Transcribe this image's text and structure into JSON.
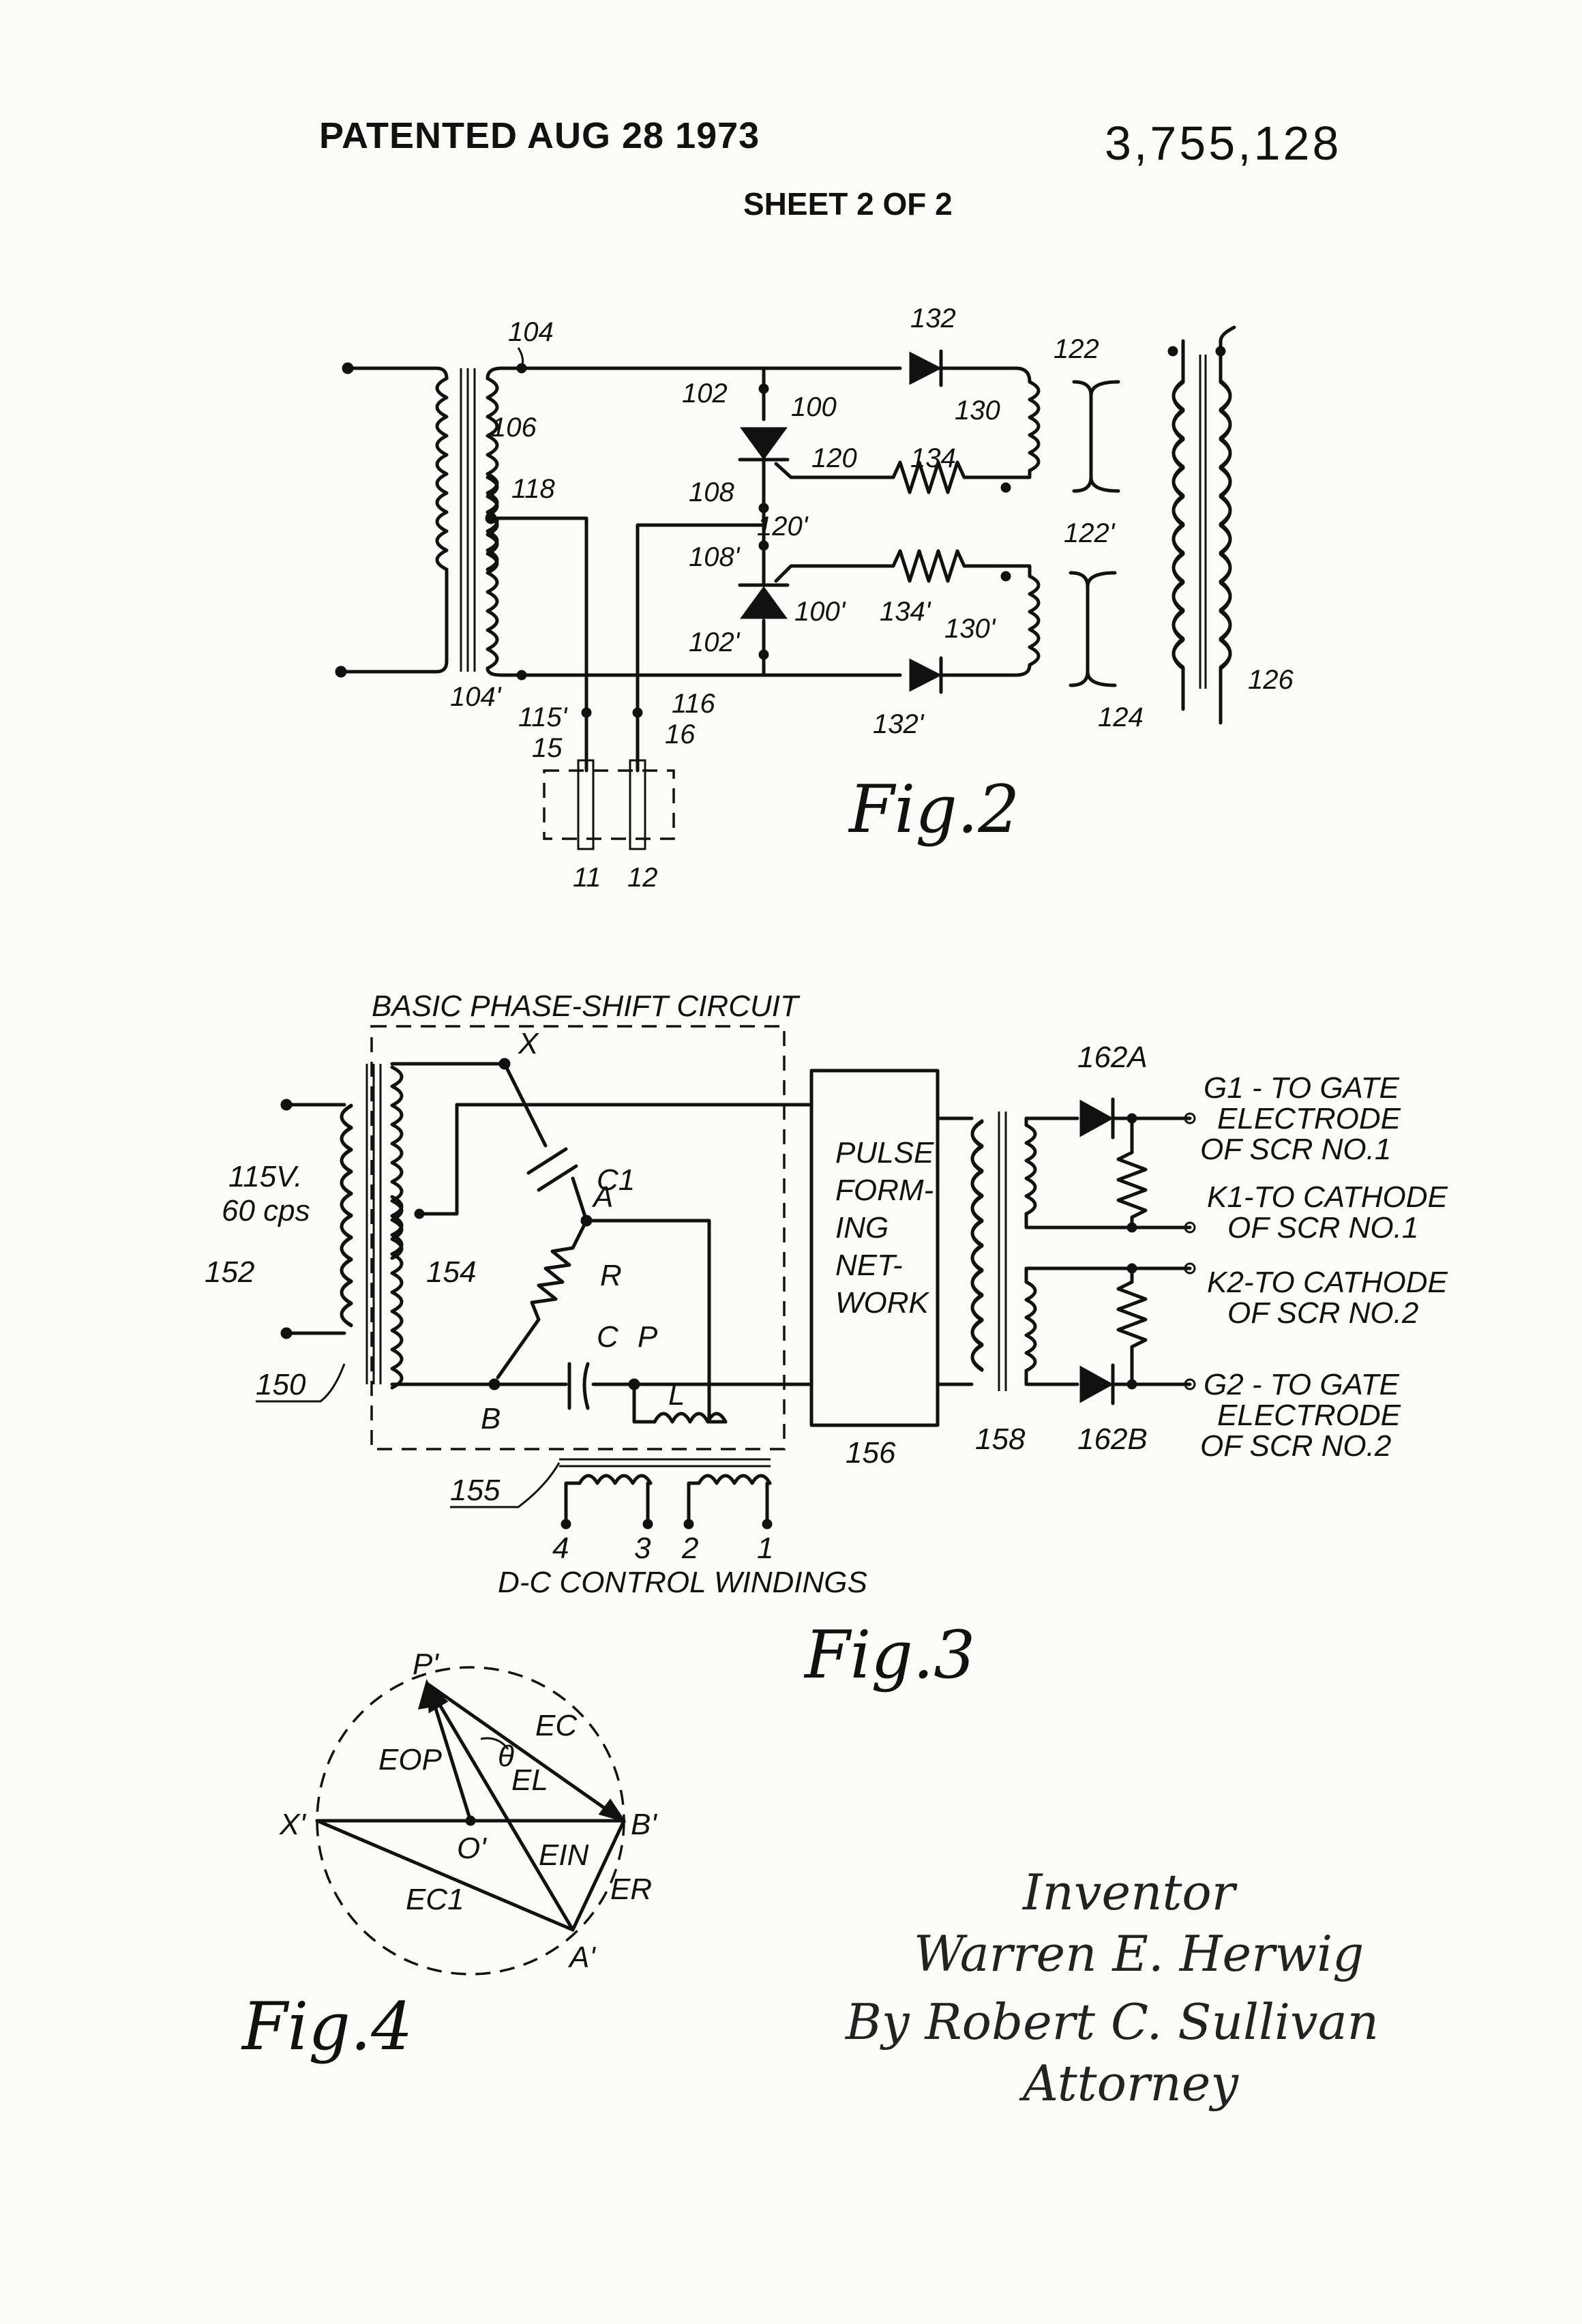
{
  "header": {
    "patented": "PATENTED AUG 28 1973",
    "patent_number": "3,755,128",
    "sheet": "SHEET 2 OF 2"
  },
  "fig2": {
    "caption": "Fig.2",
    "labels": {
      "l104": "104",
      "l106": "106",
      "l118": "118",
      "l104p": "104'",
      "l102": "102",
      "l100": "100",
      "l120": "120",
      "l108": "108",
      "l132": "132",
      "l130": "130",
      "l134": "134",
      "l122": "122",
      "l120p": "120'",
      "l108p": "108'",
      "l100p": "100'",
      "l102p": "102'",
      "l134p": "134'",
      "l130p": "130'",
      "l122p": "122'",
      "l132p": "132'",
      "l124": "124",
      "l126": "126",
      "l115p": "115'",
      "l116": "116",
      "l15": "15",
      "l16": "16",
      "l11": "11",
      "l12": "12"
    }
  },
  "fig3": {
    "caption": "Fig.3",
    "labels": {
      "basic": "BASIC PHASE-SHIFT CIRCUIT",
      "x": "X",
      "c1": "C1",
      "a": "A",
      "r": "R",
      "c": "C",
      "p": "P",
      "b": "B",
      "l": "L",
      "l154": "154",
      "l152": "152",
      "l150": "150",
      "v115": "115V.",
      "cps": "60 cps",
      "l155": "155",
      "l156": "156",
      "l158": "158",
      "pfn1": "PULSE",
      "pfn2": "FORM-",
      "pfn3": "ING",
      "pfn4": "NET-",
      "pfn5": "WORK",
      "l162a": "162A",
      "l162b": "162B",
      "g1a": "G1 - TO GATE",
      "g1b": "ELECTRODE",
      "g1c": "OF SCR NO.1",
      "k1a": "K1-TO CATHODE",
      "k1b": "OF SCR NO.1",
      "k2a": "K2-TO CATHODE",
      "k2b": "OF SCR NO.2",
      "g2a": "G2 - TO GATE",
      "g2b": "ELECTRODE",
      "g2c": "OF SCR NO.2",
      "w4": "4",
      "w3": "3",
      "w2": "2",
      "w1": "1",
      "dc": "D-C CONTROL WINDINGS"
    }
  },
  "fig4": {
    "caption": "Fig.4",
    "labels": {
      "pp": "P'",
      "xp": "X'",
      "op": "O'",
      "bp": "B'",
      "ap": "A'",
      "eop": "EOP",
      "theta": "θ",
      "ec": "EC",
      "el": "EL",
      "ein": "EIN",
      "er": "ER",
      "ec1": "EC1"
    }
  },
  "signature": {
    "line1": "Inventor",
    "line2": "Warren E. Herwig",
    "line3": "By Robert C. Sullivan",
    "line4": "Attorney"
  }
}
